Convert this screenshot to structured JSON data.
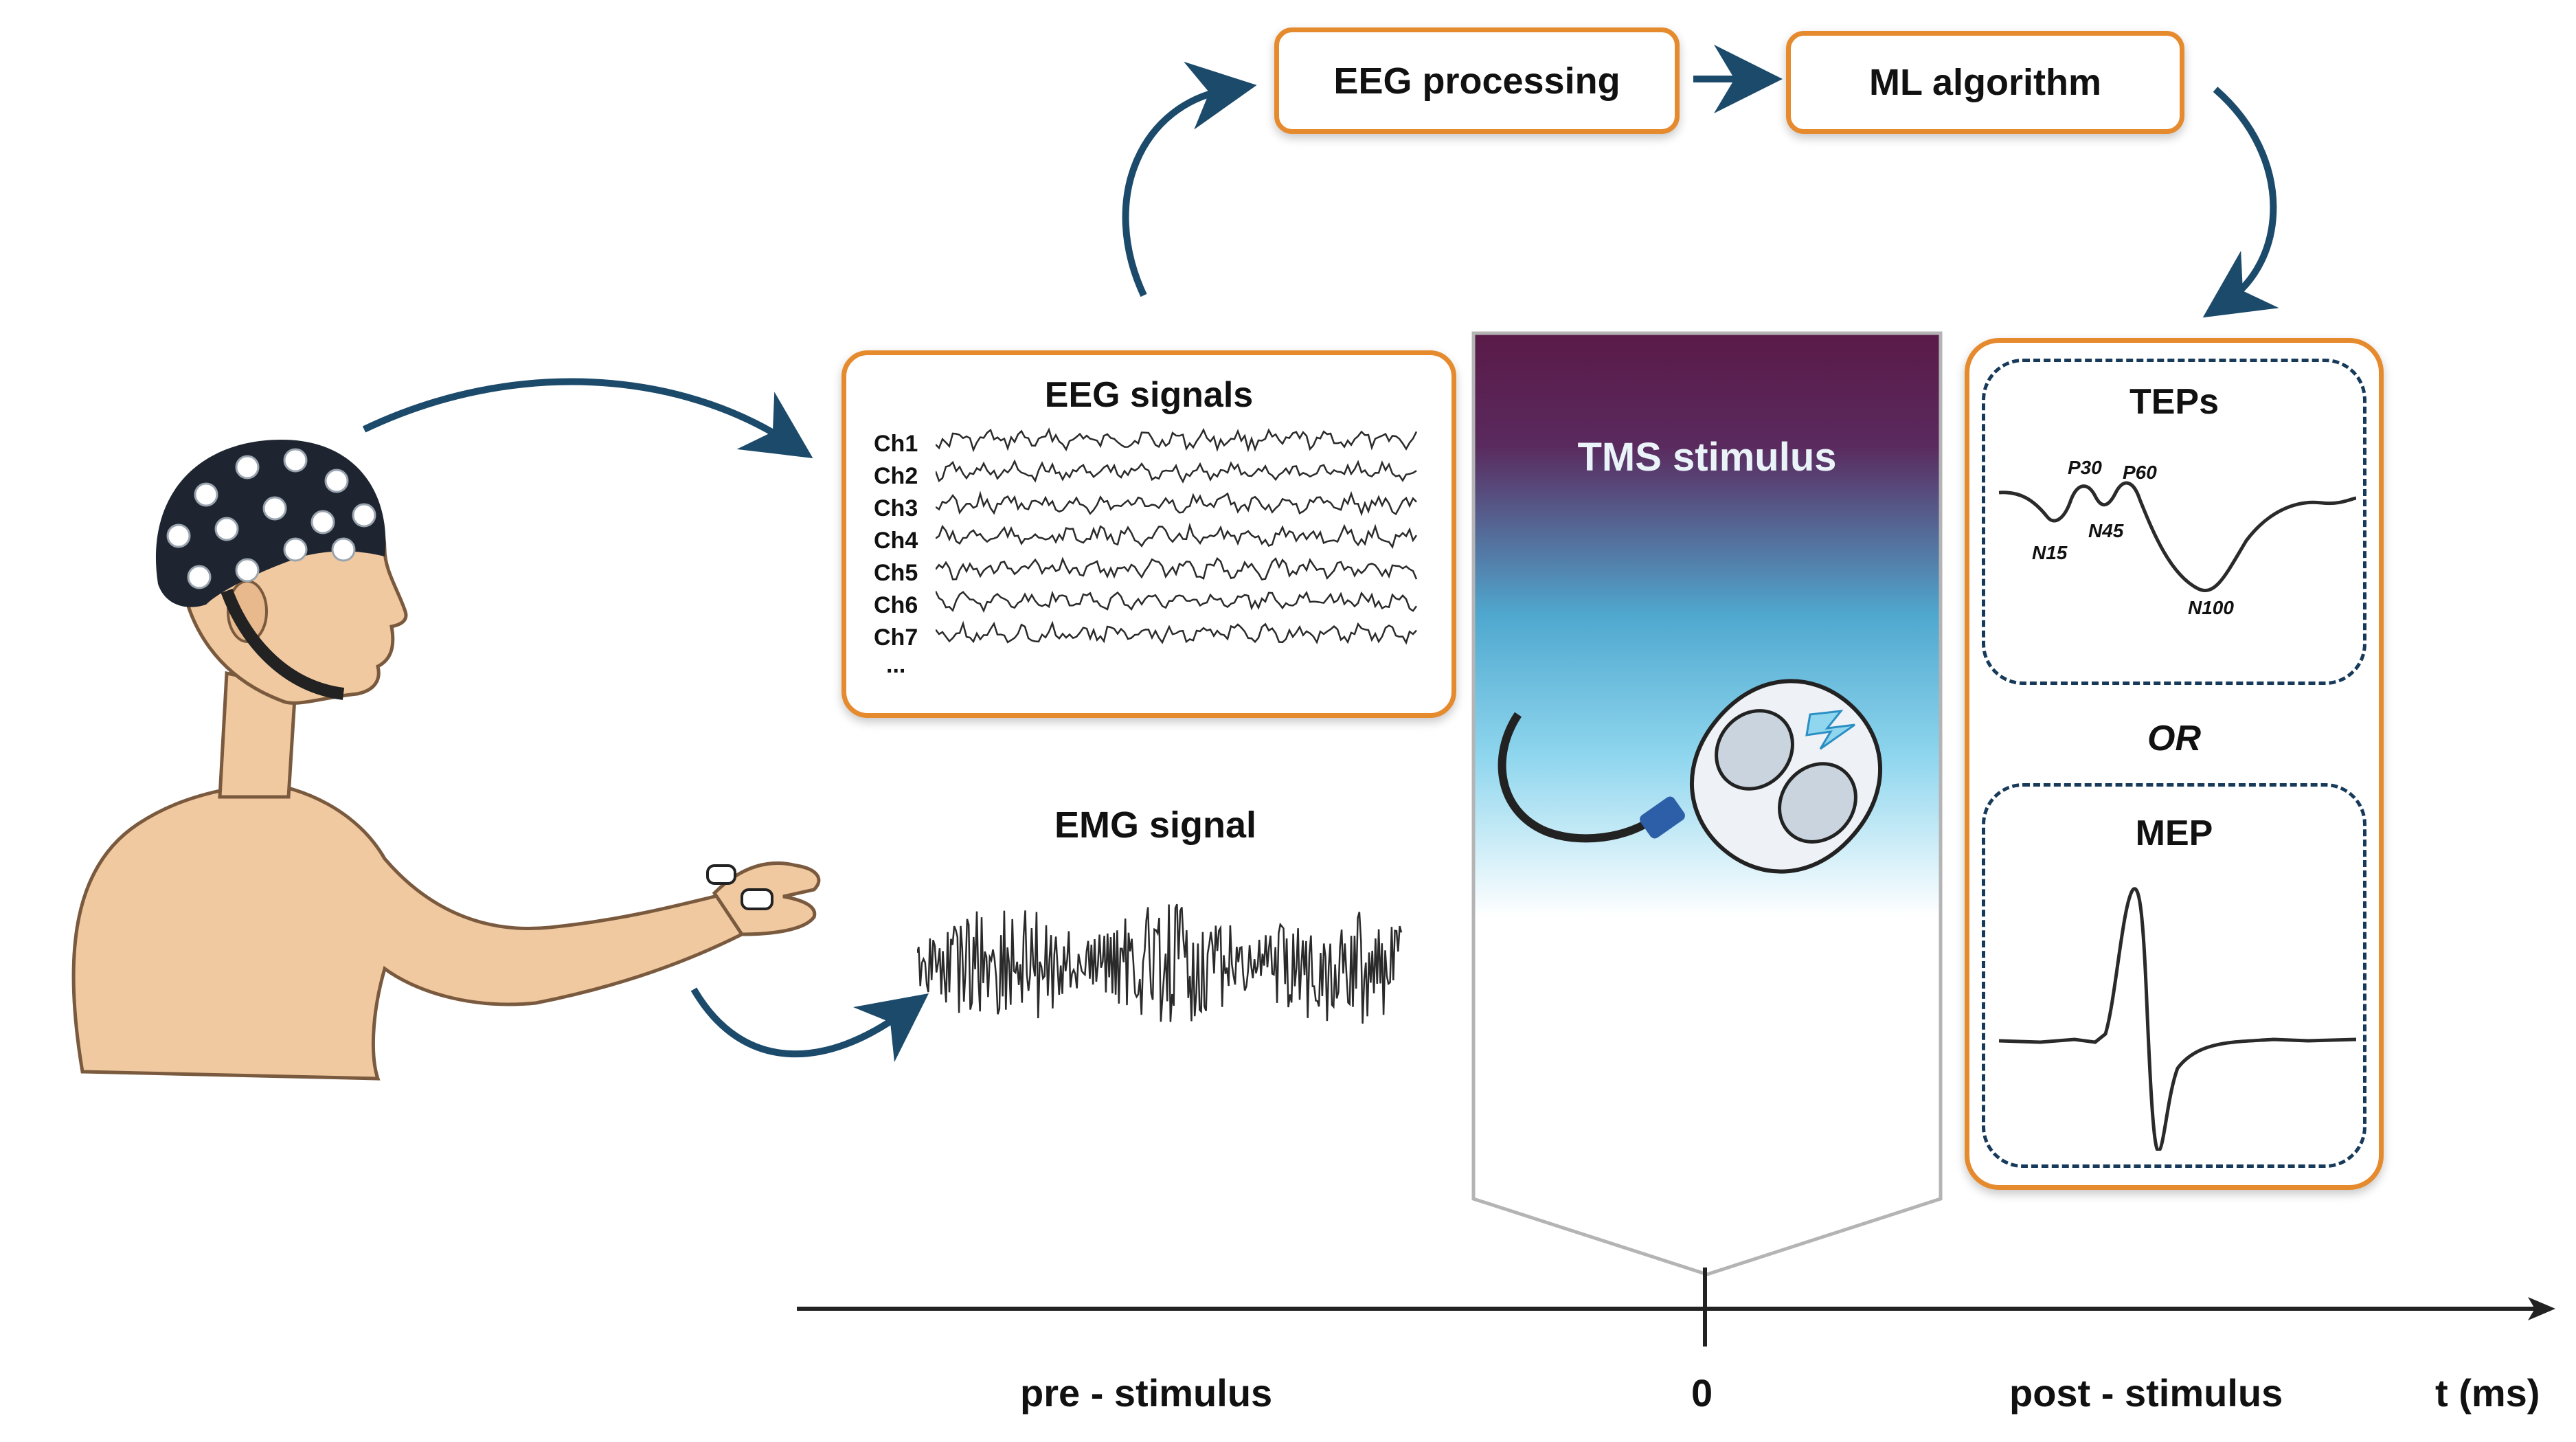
{
  "colors": {
    "box_border": "#e68a2e",
    "arrow": "#1b4a6b",
    "stimulus_top": "#5a1a48",
    "stimulus_mid": "#33b8e0",
    "dashed_border": "#173a5a",
    "skin": "#f1c9a0",
    "cap": "#1e2530"
  },
  "icons": [
    "curved-arrow-icon",
    "eeg-cap-icon",
    "emg-sensor-icon",
    "tms-coil-icon",
    "lightning-icon"
  ],
  "pipeline": {
    "eeg_processing": "EEG processing",
    "ml_algorithm": "ML algorithm"
  },
  "eeg": {
    "title": "EEG signals",
    "channels": [
      "Ch1",
      "Ch2",
      "Ch3",
      "Ch4",
      "Ch5",
      "Ch6",
      "Ch7",
      "..."
    ]
  },
  "emg": {
    "title": "EMG signal"
  },
  "stimulus": {
    "title": "TMS stimulus"
  },
  "outputs": {
    "teps_title": "TEPs",
    "peaks": [
      "P30",
      "P60",
      "N15",
      "N45",
      "N100"
    ],
    "or_label": "OR",
    "mep_title": "MEP"
  },
  "timeline": {
    "pre": "pre - stimulus",
    "zero": "0",
    "post": "post - stimulus",
    "unit": "t (ms)"
  }
}
